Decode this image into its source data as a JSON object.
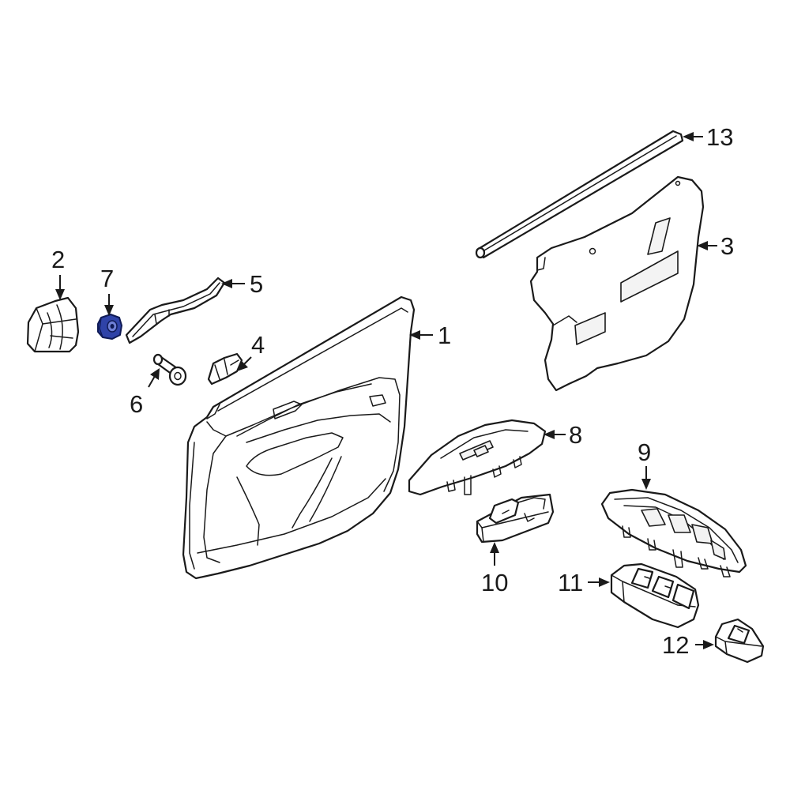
{
  "diagram": {
    "highlight_color": "#2f43a8",
    "line_color": "#1a1a1a",
    "highlighted_part": "7",
    "callouts": [
      {
        "id": "p1",
        "label": "1"
      },
      {
        "id": "p2",
        "label": "2"
      },
      {
        "id": "p3",
        "label": "3"
      },
      {
        "id": "p4",
        "label": "4"
      },
      {
        "id": "p5",
        "label": "5"
      },
      {
        "id": "p6",
        "label": "6"
      },
      {
        "id": "p7",
        "label": "7"
      },
      {
        "id": "p8",
        "label": "8"
      },
      {
        "id": "p9",
        "label": "9"
      },
      {
        "id": "p10",
        "label": "10"
      },
      {
        "id": "p11",
        "label": "11"
      },
      {
        "id": "p12",
        "label": "12"
      },
      {
        "id": "p13",
        "label": "13"
      }
    ]
  }
}
